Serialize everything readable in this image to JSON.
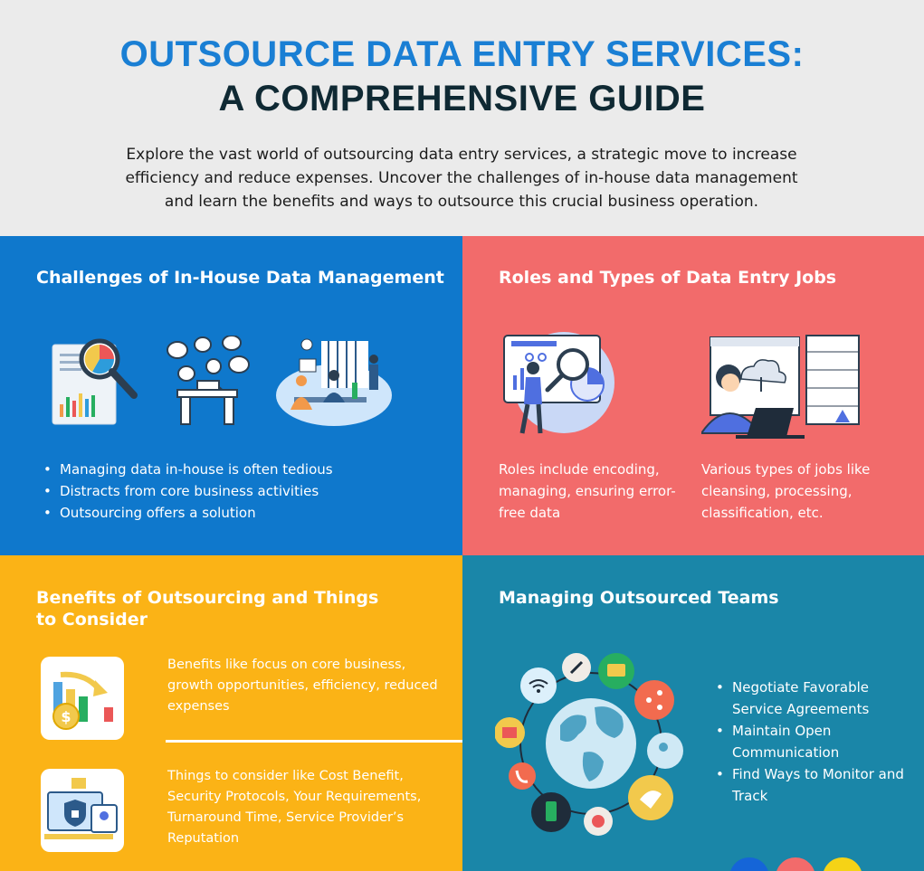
{
  "header": {
    "title_line1": "OUTSOURCE DATA ENTRY SERVICES:",
    "title_line2": "A COMPREHENSIVE GUIDE",
    "intro": "Explore the vast world of outsourcing data entry services, a strategic move to increase efficiency and reduce expenses. Uncover the challenges of in-house data management and learn the benefits and ways to outsource this crucial business operation."
  },
  "challenges": {
    "title": "Challenges of In-House Data Management",
    "bullets": [
      "Managing data in-house is often tedious",
      "Distracts from core business activities",
      "Outsourcing offers a solution"
    ]
  },
  "roles": {
    "title": "Roles and Types of Data Entry Jobs",
    "col1": "Roles include encoding, managing, ensuring error-free data",
    "col2": "Various types of jobs like cleansing, processing, classification, etc."
  },
  "benefits": {
    "title": "Benefits of Outsourcing and Things to Consider",
    "item1": "Benefits like focus on core business, growth opportunities, efficiency, reduced expenses",
    "item2": "Things to consider like Cost Benefit, Security Protocols, Your Requirements, Turnaround Time, Service Provider’s Reputation"
  },
  "managing": {
    "title": "Managing Outsourced Teams",
    "bullets": [
      "Negotiate Favorable Service Agreements",
      "Maintain Open Communication",
      "Find Ways to Monitor and Track"
    ]
  },
  "colors": {
    "title_blue": "#1a7fd4",
    "title_dark": "#0f2933",
    "panel_blue": "#0f78cc",
    "panel_coral": "#f26b6b",
    "panel_yellow": "#fbb316",
    "panel_teal": "#1a86a8"
  },
  "icons": [
    "magnifier-report-icon",
    "worker-desk-icon",
    "team-meeting-icon",
    "analyst-magnifier-icon",
    "operator-server-icon",
    "finance-chart-icon",
    "security-monitor-icon",
    "global-network-icon"
  ]
}
